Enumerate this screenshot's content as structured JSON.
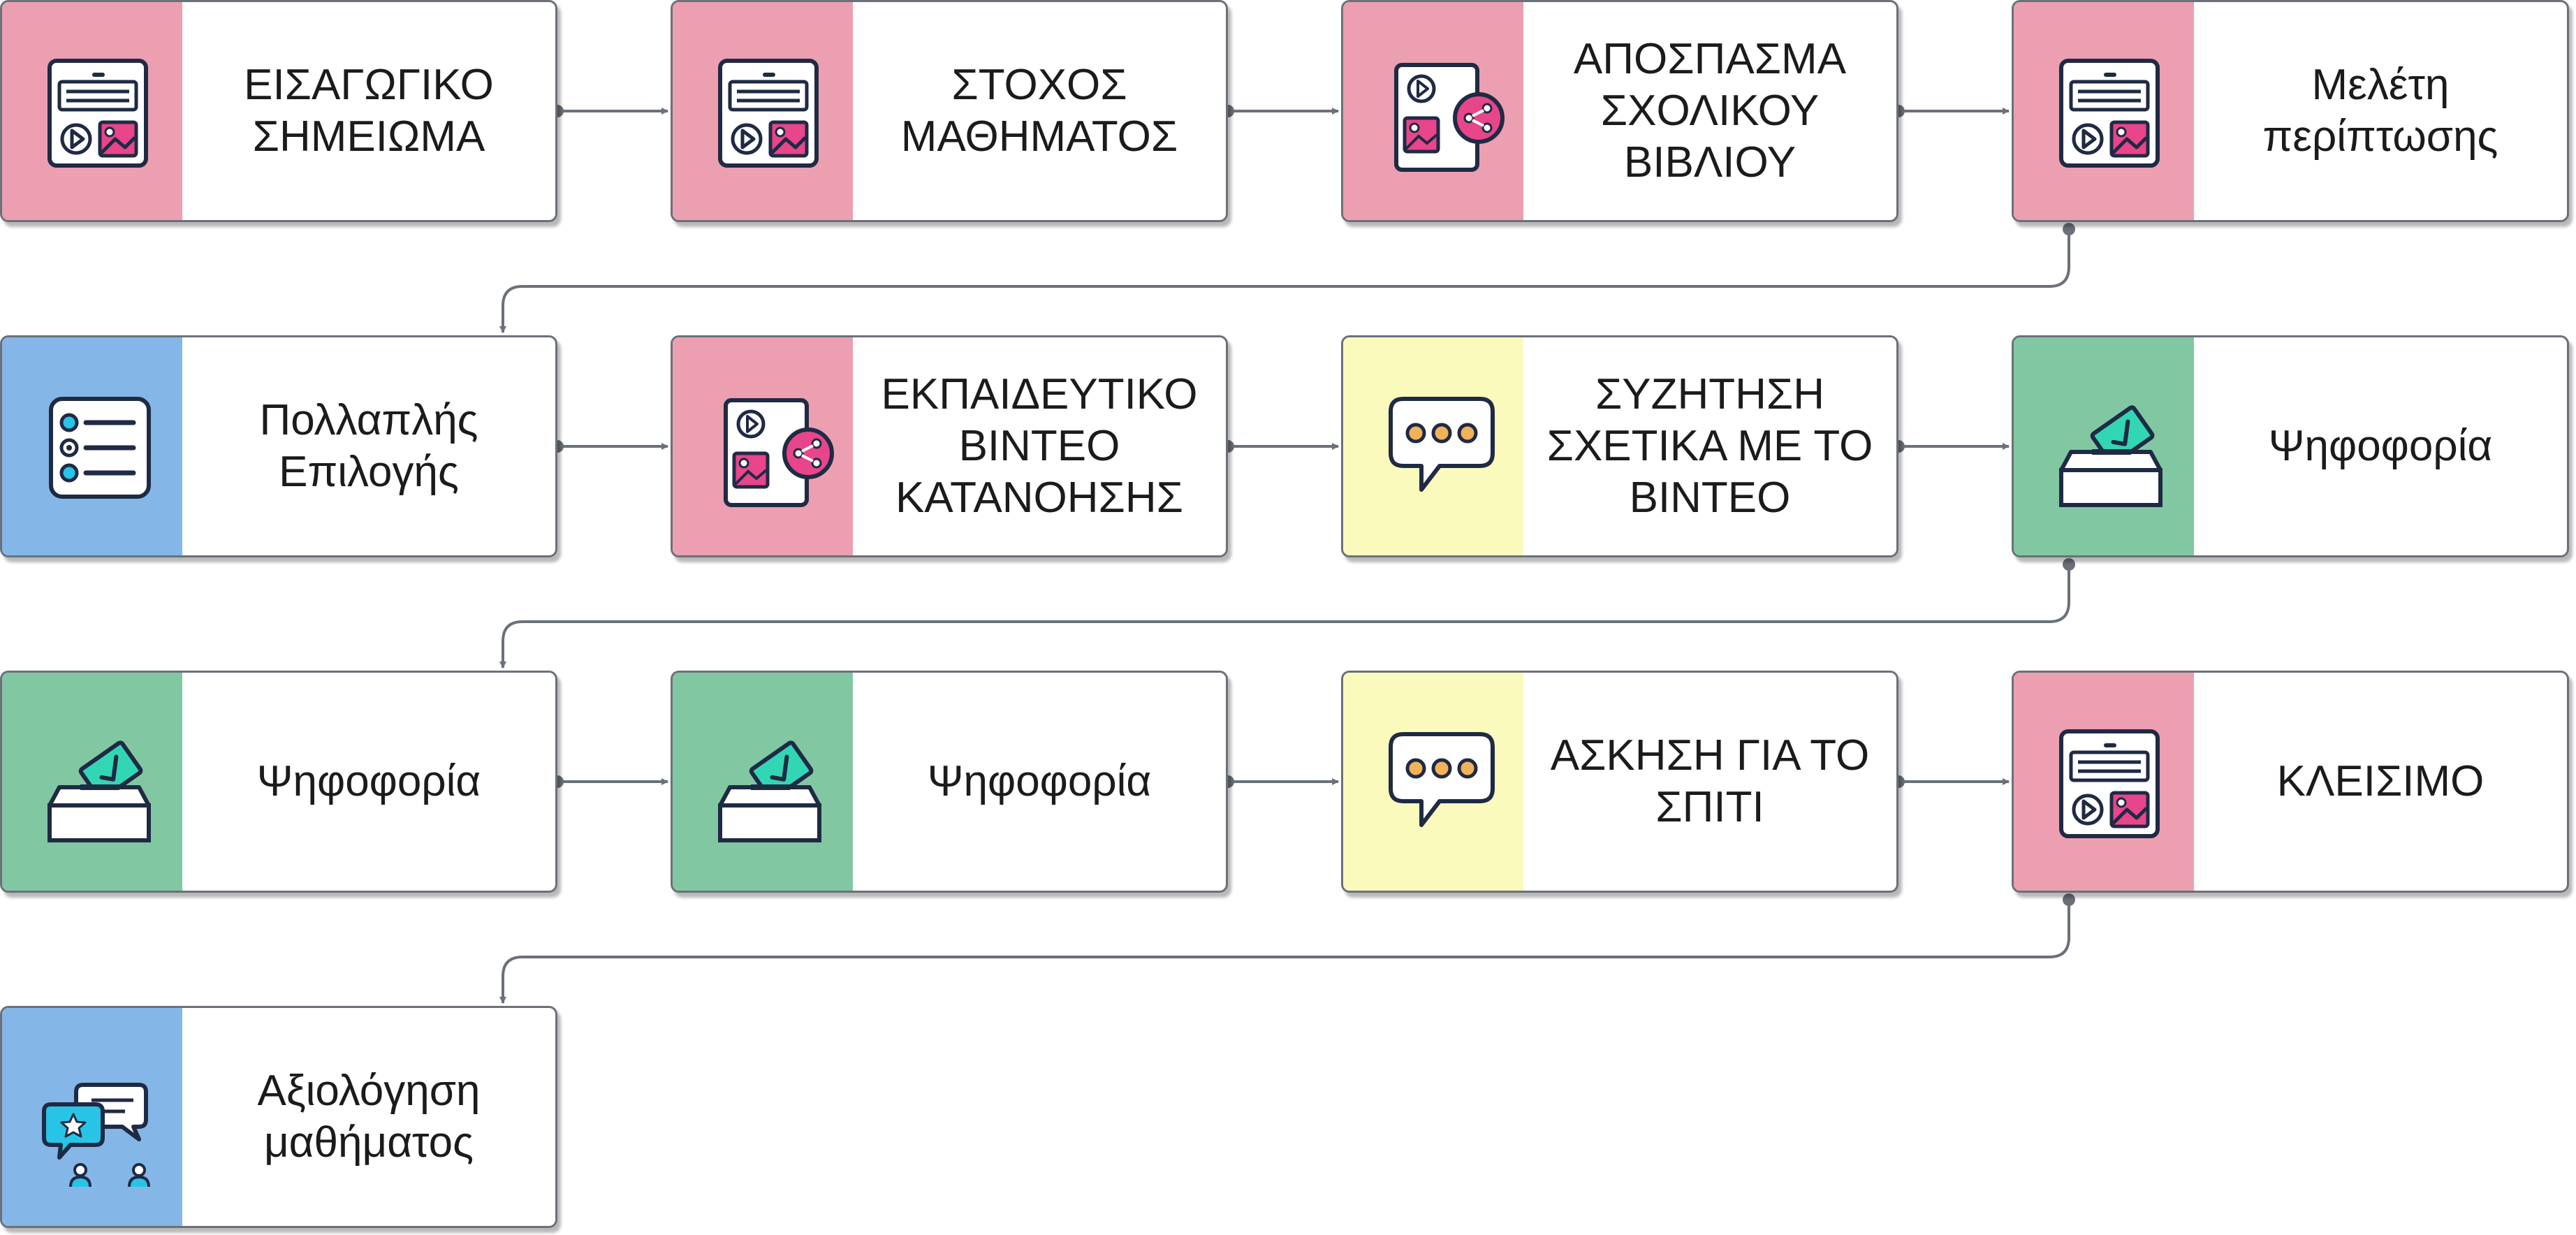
{
  "colors": {
    "pink": "#eb9fb1",
    "blue": "#84b7e8",
    "yellow": "#fafabd",
    "green": "#81c8a2",
    "connector": "#6b7079",
    "icon_stroke": "#1f2a44",
    "icon_pink": "#e8458a",
    "icon_cyan": "#27c4e6",
    "icon_teal": "#33d6b4",
    "icon_dots": "#f2b25a"
  },
  "steps": [
    {
      "label": "ΕΙΣΑΓΩΓΙΚΟ\nΣΗΜΕΙΩΜΑ",
      "category": "pink",
      "icon": "document-media-icon"
    },
    {
      "label": "ΣΤΟΧΟΣ\nΜΑΘΗΜΑΤΟΣ",
      "category": "pink",
      "icon": "document-media-icon"
    },
    {
      "label": "ΑΠΟΣΠΑΣΜΑ\nΣΧΟΛΙΚΟΥ\nΒΙΒΛΙΟΥ",
      "category": "pink",
      "icon": "share-media-icon"
    },
    {
      "label": "Μελέτη\nπερίπτωσης",
      "category": "pink",
      "icon": "document-media-icon"
    },
    {
      "label": "Πολλαπλής\nΕπιλογής",
      "category": "blue",
      "icon": "checklist-icon"
    },
    {
      "label": "ΕΚΠΑΙΔΕΥΤΙΚΟ\nΒΙΝΤΕΟ\nΚΑΤΑΝΟΗΣΗΣ",
      "category": "pink",
      "icon": "share-media-icon"
    },
    {
      "label": "ΣΥΖΗΤΗΣΗ\nΣΧΕΤΙΚΑ ΜΕ ΤΟ\nΒΙΝΤΕΟ",
      "category": "yellow",
      "icon": "chat-bubble-icon"
    },
    {
      "label": "Ψηφοφορία",
      "category": "green",
      "icon": "ballot-box-icon"
    },
    {
      "label": "Ψηφοφορία",
      "category": "green",
      "icon": "ballot-box-icon"
    },
    {
      "label": "Ψηφοφορία",
      "category": "green",
      "icon": "ballot-box-icon"
    },
    {
      "label": "ΑΣΚΗΣΗ ΓΙΑ ΤΟ\nΣΠΙΤΙ",
      "category": "yellow",
      "icon": "chat-bubble-icon"
    },
    {
      "label": "ΚΛΕΙΣΙΜΟ",
      "category": "pink",
      "icon": "document-media-icon"
    },
    {
      "label": "Αξιολόγηση\nμαθήματος",
      "category": "blue",
      "icon": "feedback-chat-icon"
    }
  ],
  "flow": [
    [
      0,
      1
    ],
    [
      1,
      2
    ],
    [
      2,
      3
    ],
    [
      3,
      4
    ],
    [
      4,
      5
    ],
    [
      5,
      6
    ],
    [
      6,
      7
    ],
    [
      7,
      8
    ],
    [
      8,
      9
    ],
    [
      9,
      10
    ],
    [
      10,
      11
    ],
    [
      11,
      12
    ]
  ]
}
